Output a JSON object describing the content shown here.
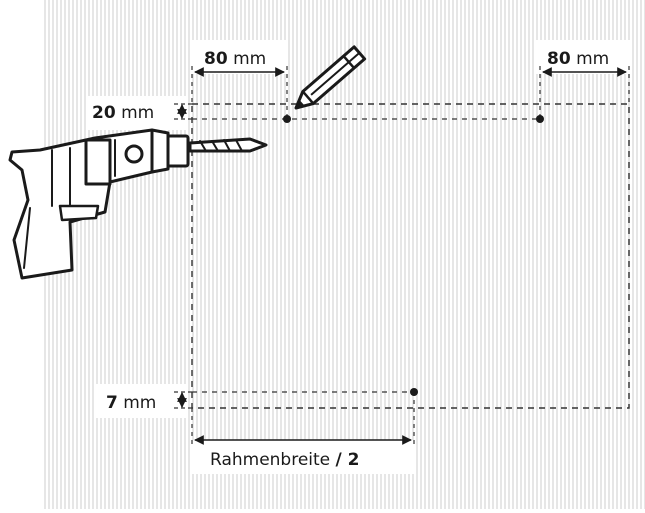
{
  "colors": {
    "wall_stripes": "#e6e6e6",
    "line": "#1a1a1a",
    "dashed": "#333333",
    "background": "#ffffff"
  },
  "icons": {
    "tool": "drill-icon",
    "marker": "pencil-icon"
  },
  "dimensions": {
    "top_left": {
      "value": "80",
      "unit": "mm"
    },
    "top_right": {
      "value": "80",
      "unit": "mm"
    },
    "top_offset": {
      "value": "20",
      "unit": "mm"
    },
    "bottom_offset": {
      "value": "7",
      "unit": "mm"
    }
  },
  "bottom_label": {
    "text": "Rahmenbreite ",
    "divider": "/ 2"
  }
}
